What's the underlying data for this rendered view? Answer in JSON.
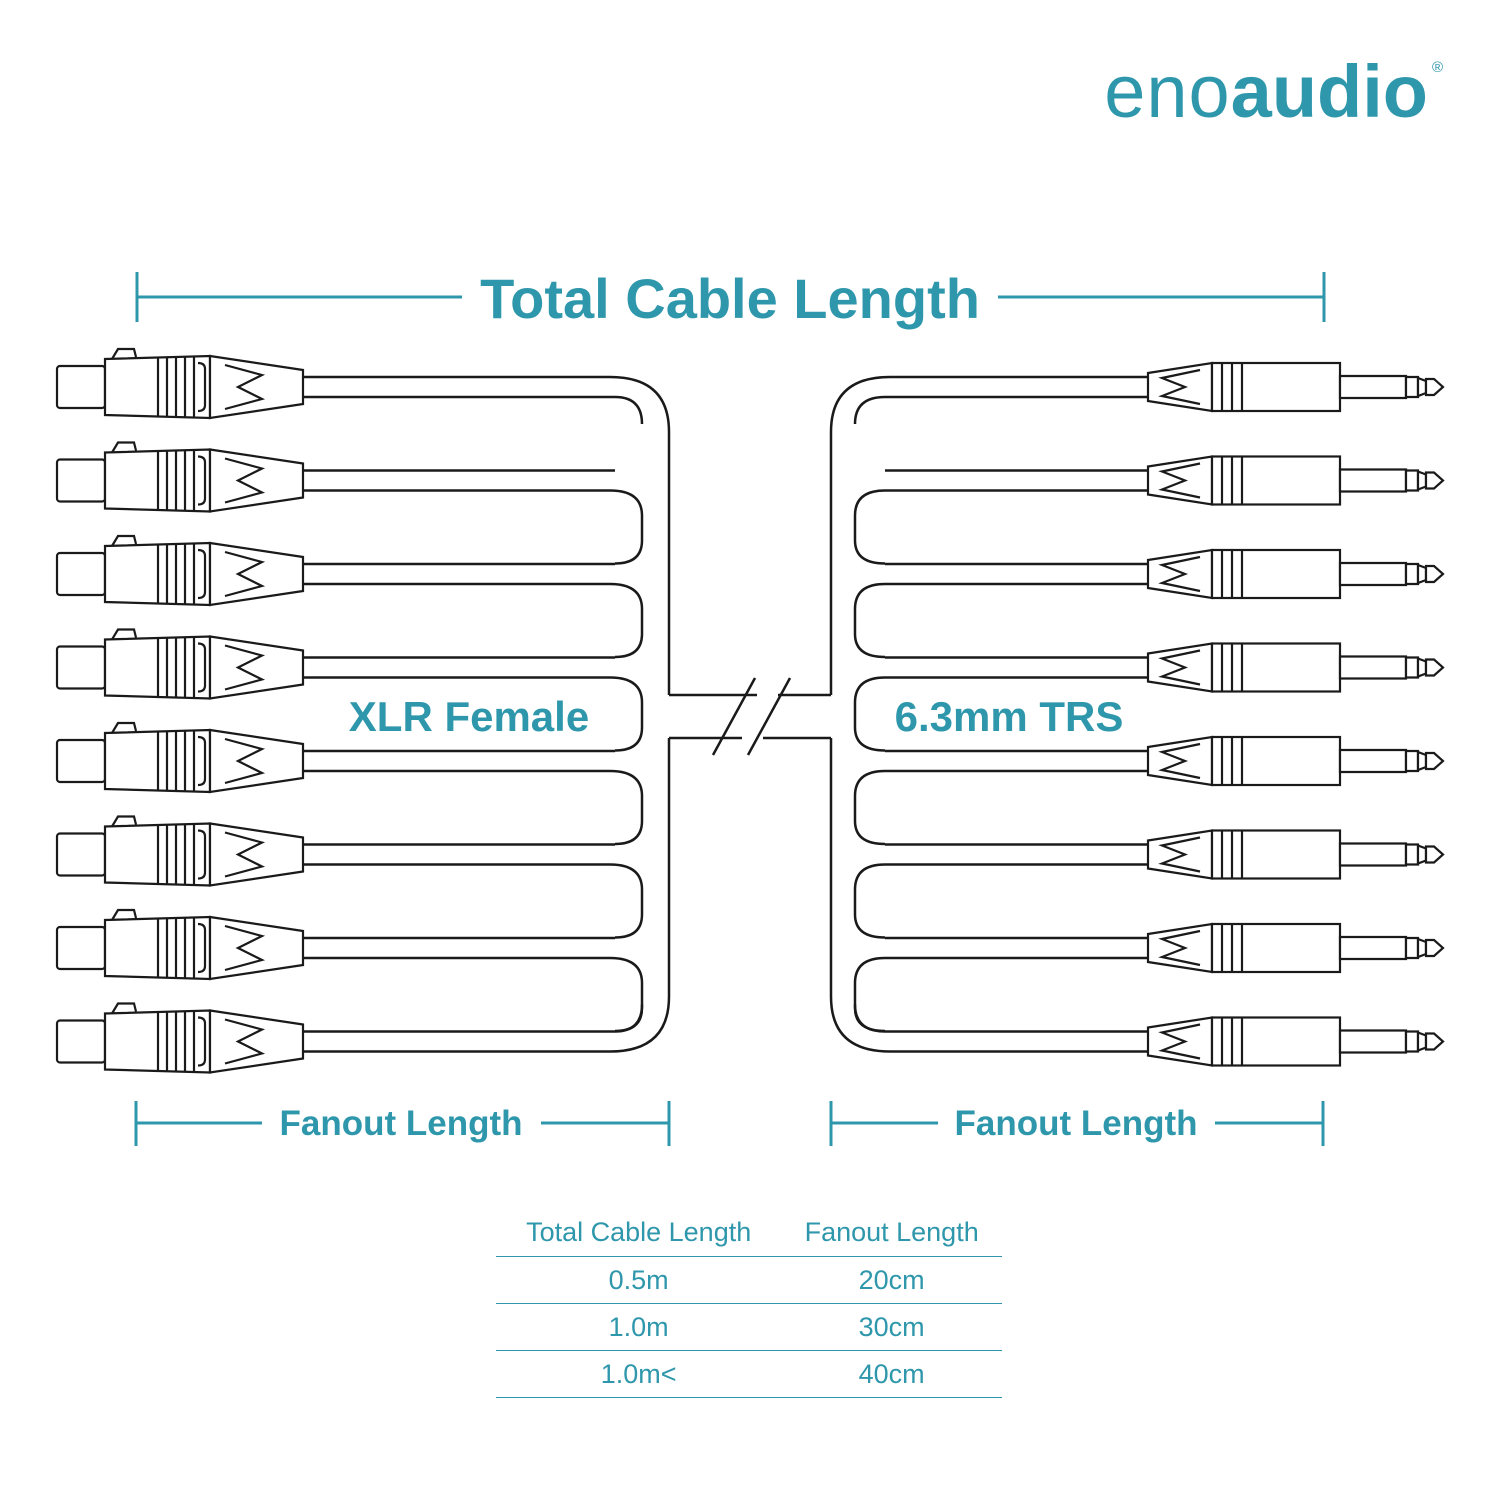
{
  "brand": {
    "light": "eno",
    "bold": "audio",
    "registered": "®",
    "color": "#2f97ab"
  },
  "diagram": {
    "total_label": "Total Cable Length",
    "left_label": "XLR Female",
    "right_label": "6.3mm TRS",
    "fanout_left_label": "Fanout Length",
    "fanout_right_label": "Fanout Length",
    "connector_count": 8,
    "line_color": "#1a1a1a",
    "accent_color": "#2f97ab"
  },
  "table": {
    "headers": [
      "Total Cable Length",
      "Fanout Length"
    ],
    "rows": [
      [
        "0.5m",
        "20cm"
      ],
      [
        "1.0m",
        "30cm"
      ],
      [
        "1.0m<",
        "40cm"
      ]
    ]
  }
}
